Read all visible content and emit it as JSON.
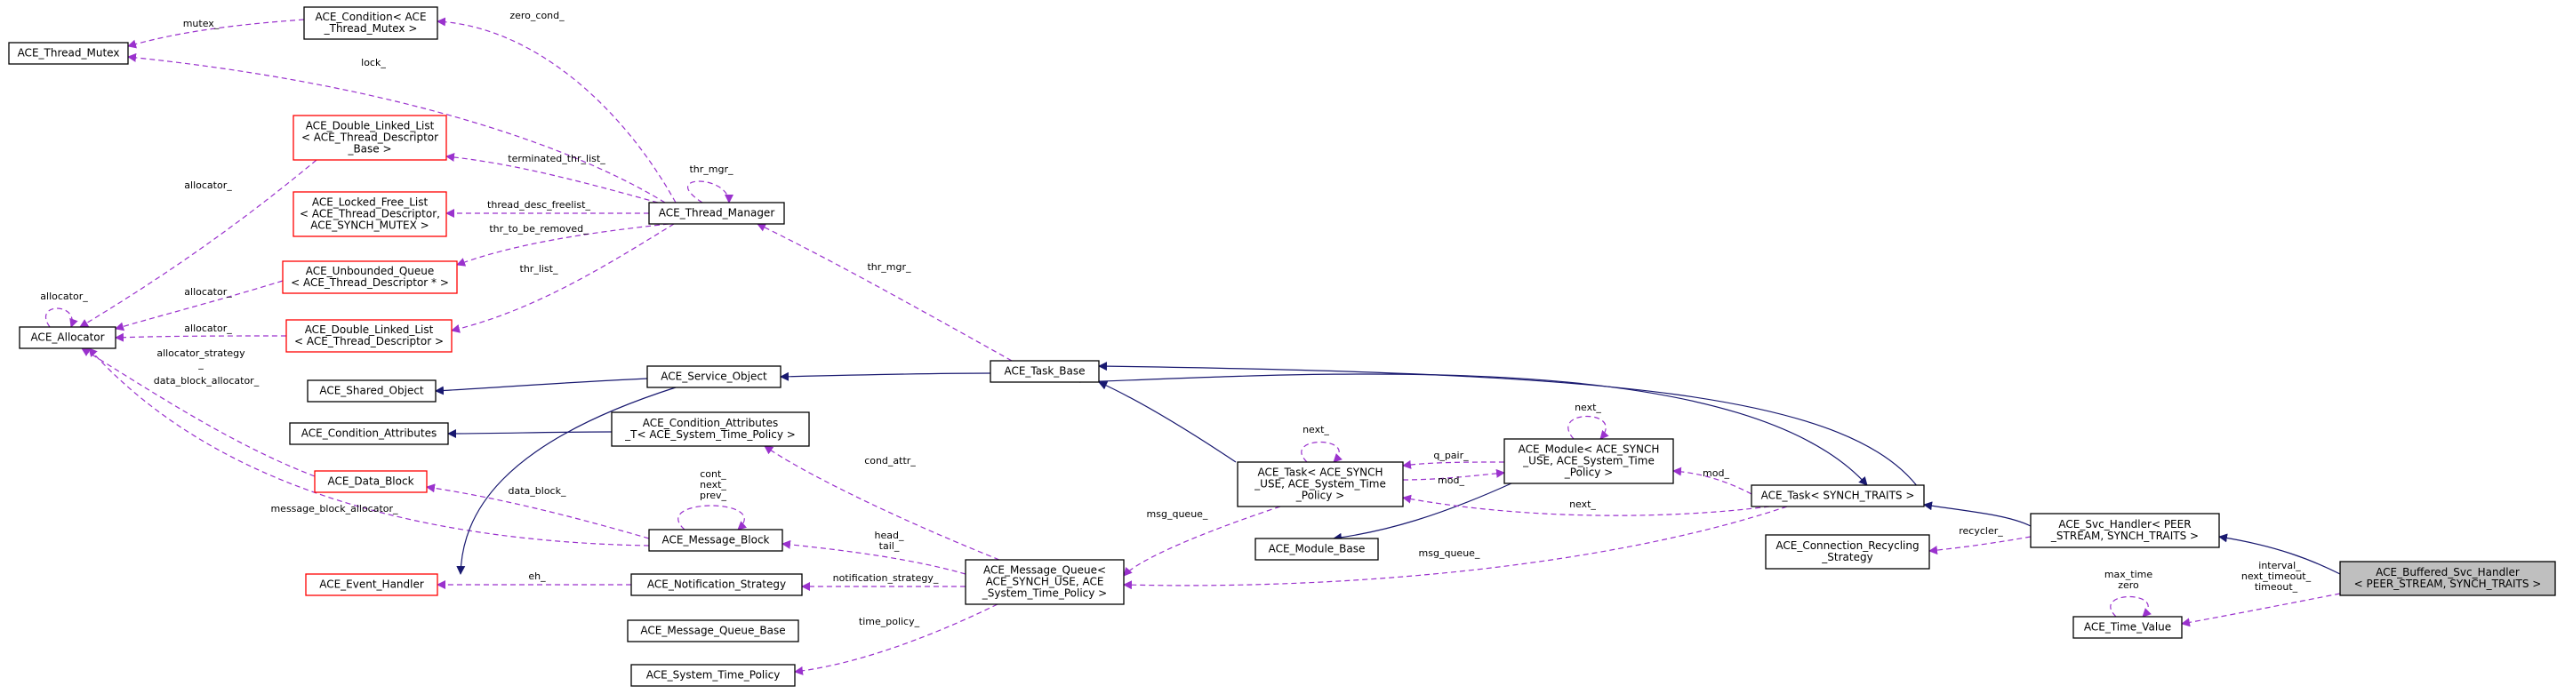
{
  "colors": {
    "node_border": "#000000",
    "node_border_incomplete": "#ff0000",
    "focus_fill": "#bfbfbf",
    "inheritance": "#191970",
    "usage": "#9a32cd"
  },
  "nodes": [
    {
      "id": "thread_mutex",
      "lines": [
        "ACE_Thread_Mutex"
      ]
    },
    {
      "id": "condition",
      "lines": [
        "ACE_Condition< ACE",
        "_Thread_Mutex >"
      ]
    },
    {
      "id": "dll_thread_desc_base",
      "lines": [
        "ACE_Double_Linked_List",
        "< ACE_Thread_Descriptor",
        "_Base >"
      ],
      "incomplete": true
    },
    {
      "id": "locked_free_list",
      "lines": [
        "ACE_Locked_Free_List",
        "< ACE_Thread_Descriptor,",
        "ACE_SYNCH_MUTEX >"
      ],
      "incomplete": true
    },
    {
      "id": "thread_manager",
      "lines": [
        "ACE_Thread_Manager"
      ]
    },
    {
      "id": "unbounded_queue",
      "lines": [
        "ACE_Unbounded_Queue",
        "< ACE_Thread_Descriptor * >"
      ],
      "incomplete": true
    },
    {
      "id": "dll_thread_desc",
      "lines": [
        "ACE_Double_Linked_List",
        "< ACE_Thread_Descriptor >"
      ],
      "incomplete": true
    },
    {
      "id": "allocator",
      "lines": [
        "ACE_Allocator"
      ]
    },
    {
      "id": "shared_object",
      "lines": [
        "ACE_Shared_Object"
      ]
    },
    {
      "id": "service_object",
      "lines": [
        "ACE_Service_Object"
      ]
    },
    {
      "id": "task_base",
      "lines": [
        "ACE_Task_Base"
      ]
    },
    {
      "id": "condition_attributes",
      "lines": [
        "ACE_Condition_Attributes"
      ]
    },
    {
      "id": "condition_attributes_t",
      "lines": [
        "ACE_Condition_Attributes",
        "_T< ACE_System_Time_Policy >"
      ]
    },
    {
      "id": "data_block",
      "lines": [
        "ACE_Data_Block"
      ],
      "incomplete": true
    },
    {
      "id": "task_synch",
      "lines": [
        "ACE_Task< ACE_SYNCH",
        "_USE, ACE_System_Time",
        "_Policy >"
      ]
    },
    {
      "id": "module_synch",
      "lines": [
        "ACE_Module< ACE_SYNCH",
        "_USE, ACE_System_Time",
        "_Policy >"
      ]
    },
    {
      "id": "task_synch_traits",
      "lines": [
        "ACE_Task< SYNCH_TRAITS >"
      ]
    },
    {
      "id": "message_block",
      "lines": [
        "ACE_Message_Block"
      ]
    },
    {
      "id": "module_base",
      "lines": [
        "ACE_Module_Base"
      ]
    },
    {
      "id": "svc_handler",
      "lines": [
        "ACE_Svc_Handler< PEER",
        "_STREAM, SYNCH_TRAITS >"
      ]
    },
    {
      "id": "connection_recycling",
      "lines": [
        "ACE_Connection_Recycling",
        "_Strategy"
      ]
    },
    {
      "id": "event_handler",
      "lines": [
        "ACE_Event_Handler"
      ],
      "incomplete": true
    },
    {
      "id": "notification_strategy",
      "lines": [
        "ACE_Notification_Strategy"
      ]
    },
    {
      "id": "message_queue",
      "lines": [
        "ACE_Message_Queue<",
        "ACE_SYNCH_USE, ACE",
        "_System_Time_Policy >"
      ]
    },
    {
      "id": "buffered_svc_handler",
      "lines": [
        "ACE_Buffered_Svc_Handler",
        "< PEER_STREAM, SYNCH_TRAITS >"
      ],
      "focus": true
    },
    {
      "id": "message_queue_base",
      "lines": [
        "ACE_Message_Queue_Base"
      ]
    },
    {
      "id": "time_value",
      "lines": [
        "ACE_Time_Value"
      ]
    },
    {
      "id": "system_time_policy",
      "lines": [
        "ACE_System_Time_Policy"
      ]
    }
  ],
  "edges": [
    {
      "kind": "usage",
      "labels": [
        "mutex_"
      ]
    },
    {
      "kind": "usage",
      "labels": [
        "zero_cond_"
      ]
    },
    {
      "kind": "usage",
      "labels": [
        "lock_"
      ]
    },
    {
      "kind": "usage",
      "labels": [
        "thr_mgr_"
      ]
    },
    {
      "kind": "usage",
      "labels": [
        "terminated_thr_list_"
      ]
    },
    {
      "kind": "usage",
      "labels": [
        "thread_desc_freelist_"
      ]
    },
    {
      "kind": "usage",
      "labels": [
        "thr_to_be_removed_"
      ]
    },
    {
      "kind": "usage",
      "labels": [
        "thr_list_"
      ]
    },
    {
      "kind": "usage",
      "labels": [
        "allocator_"
      ]
    },
    {
      "kind": "usage",
      "labels": [
        "allocator_"
      ]
    },
    {
      "kind": "usage",
      "labels": [
        "allocator_"
      ]
    },
    {
      "kind": "usage",
      "labels": [
        "allocator_"
      ]
    },
    {
      "kind": "usage",
      "labels": [
        "allocator_strategy",
        "_",
        "data_block_allocator_"
      ]
    },
    {
      "kind": "usage",
      "labels": [
        "message_block_allocator_"
      ]
    },
    {
      "kind": "usage",
      "labels": [
        "thr_mgr_"
      ]
    },
    {
      "kind": "inheritance",
      "labels": []
    },
    {
      "kind": "inheritance",
      "labels": []
    },
    {
      "kind": "inheritance",
      "labels": []
    },
    {
      "kind": "inheritance",
      "labels": []
    },
    {
      "kind": "inheritance",
      "labels": []
    },
    {
      "kind": "usage",
      "labels": [
        "cond_attr_"
      ]
    },
    {
      "kind": "usage",
      "labels": [
        "data_block_"
      ]
    },
    {
      "kind": "usage",
      "labels": [
        "cont_",
        "next_",
        "prev_"
      ]
    },
    {
      "kind": "usage",
      "labels": [
        "head_",
        "tail_"
      ]
    },
    {
      "kind": "inheritance",
      "labels": []
    },
    {
      "kind": "usage",
      "labels": [
        "msg_queue_"
      ]
    },
    {
      "kind": "usage",
      "labels": [
        "next_"
      ]
    },
    {
      "kind": "usage",
      "labels": [
        "q_pair_"
      ]
    },
    {
      "kind": "usage",
      "labels": [
        "mod_"
      ]
    },
    {
      "kind": "inheritance",
      "labels": []
    },
    {
      "kind": "usage",
      "labels": [
        "next_"
      ]
    },
    {
      "kind": "usage",
      "labels": [
        "mod_"
      ]
    },
    {
      "kind": "usage",
      "labels": [
        "next_"
      ]
    },
    {
      "kind": "inheritance",
      "labels": []
    },
    {
      "kind": "inheritance",
      "labels": []
    },
    {
      "kind": "usage",
      "labels": [
        "msg_queue_"
      ]
    },
    {
      "kind": "usage",
      "labels": [
        "recycler_"
      ]
    },
    {
      "kind": "inheritance",
      "labels": []
    },
    {
      "kind": "usage",
      "labels": [
        "eh_"
      ]
    },
    {
      "kind": "usage",
      "labels": [
        "notification_strategy_"
      ]
    },
    {
      "kind": "usage",
      "labels": [
        "time_policy_"
      ]
    },
    {
      "kind": "usage",
      "labels": [
        "interval_",
        "next_timeout_",
        "timeout_"
      ]
    },
    {
      "kind": "usage",
      "labels": [
        "max_time",
        "zero"
      ]
    }
  ]
}
